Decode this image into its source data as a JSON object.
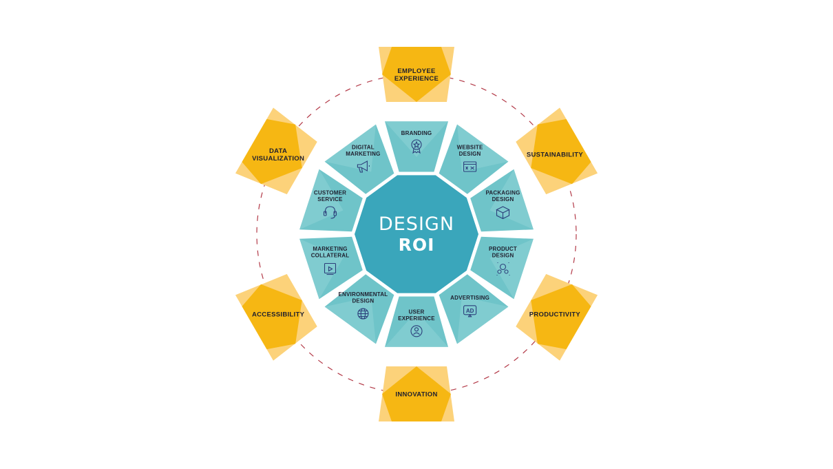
{
  "center": {
    "line1": "DESIGN",
    "line2": "ROI"
  },
  "inner_segments": [
    {
      "lines": [
        "BRANDING"
      ],
      "icon": "award-badge-icon"
    },
    {
      "lines": [
        "WEBSITE",
        "DESIGN"
      ],
      "icon": "website-icon"
    },
    {
      "lines": [
        "PACKAGING",
        "DESIGN"
      ],
      "icon": "box-icon"
    },
    {
      "lines": [
        "PRODUCT",
        "DESIGN"
      ],
      "icon": "product-icon"
    },
    {
      "lines": [
        "ADVERTISING"
      ],
      "icon": "ad-icon"
    },
    {
      "lines": [
        "USER",
        "EXPERIENCE"
      ],
      "icon": "user-icon"
    },
    {
      "lines": [
        "ENVIRONMENTAL",
        "DESIGN"
      ],
      "icon": "globe-icon"
    },
    {
      "lines": [
        "MARKETING",
        "COLLATERAL"
      ],
      "icon": "brochure-icon"
    },
    {
      "lines": [
        "CUSTOMER",
        "SERVICE"
      ],
      "icon": "headset-icon"
    },
    {
      "lines": [
        "DIGITAL",
        "MARKETING"
      ],
      "icon": "megaphone-icon"
    }
  ],
  "outer_badges": [
    {
      "lines": [
        "EMPLOYEE",
        "EXPERIENCE"
      ]
    },
    {
      "lines": [
        "SUSTAINABILITY"
      ]
    },
    {
      "lines": [
        "PRODUCTIVITY"
      ]
    },
    {
      "lines": [
        "INNOVATION"
      ]
    },
    {
      "lines": [
        "ACCESSIBILITY"
      ]
    },
    {
      "lines": [
        "DATA",
        "VISUALIZATION"
      ]
    }
  ],
  "colors": {
    "center": "#3aa6bb",
    "segment": "#6fc4c9",
    "segment_light": "#8ed3d5",
    "badge_dark": "#f5b40a",
    "badge_light": "#fcd27a",
    "dashed_ring": "#b33a48"
  }
}
